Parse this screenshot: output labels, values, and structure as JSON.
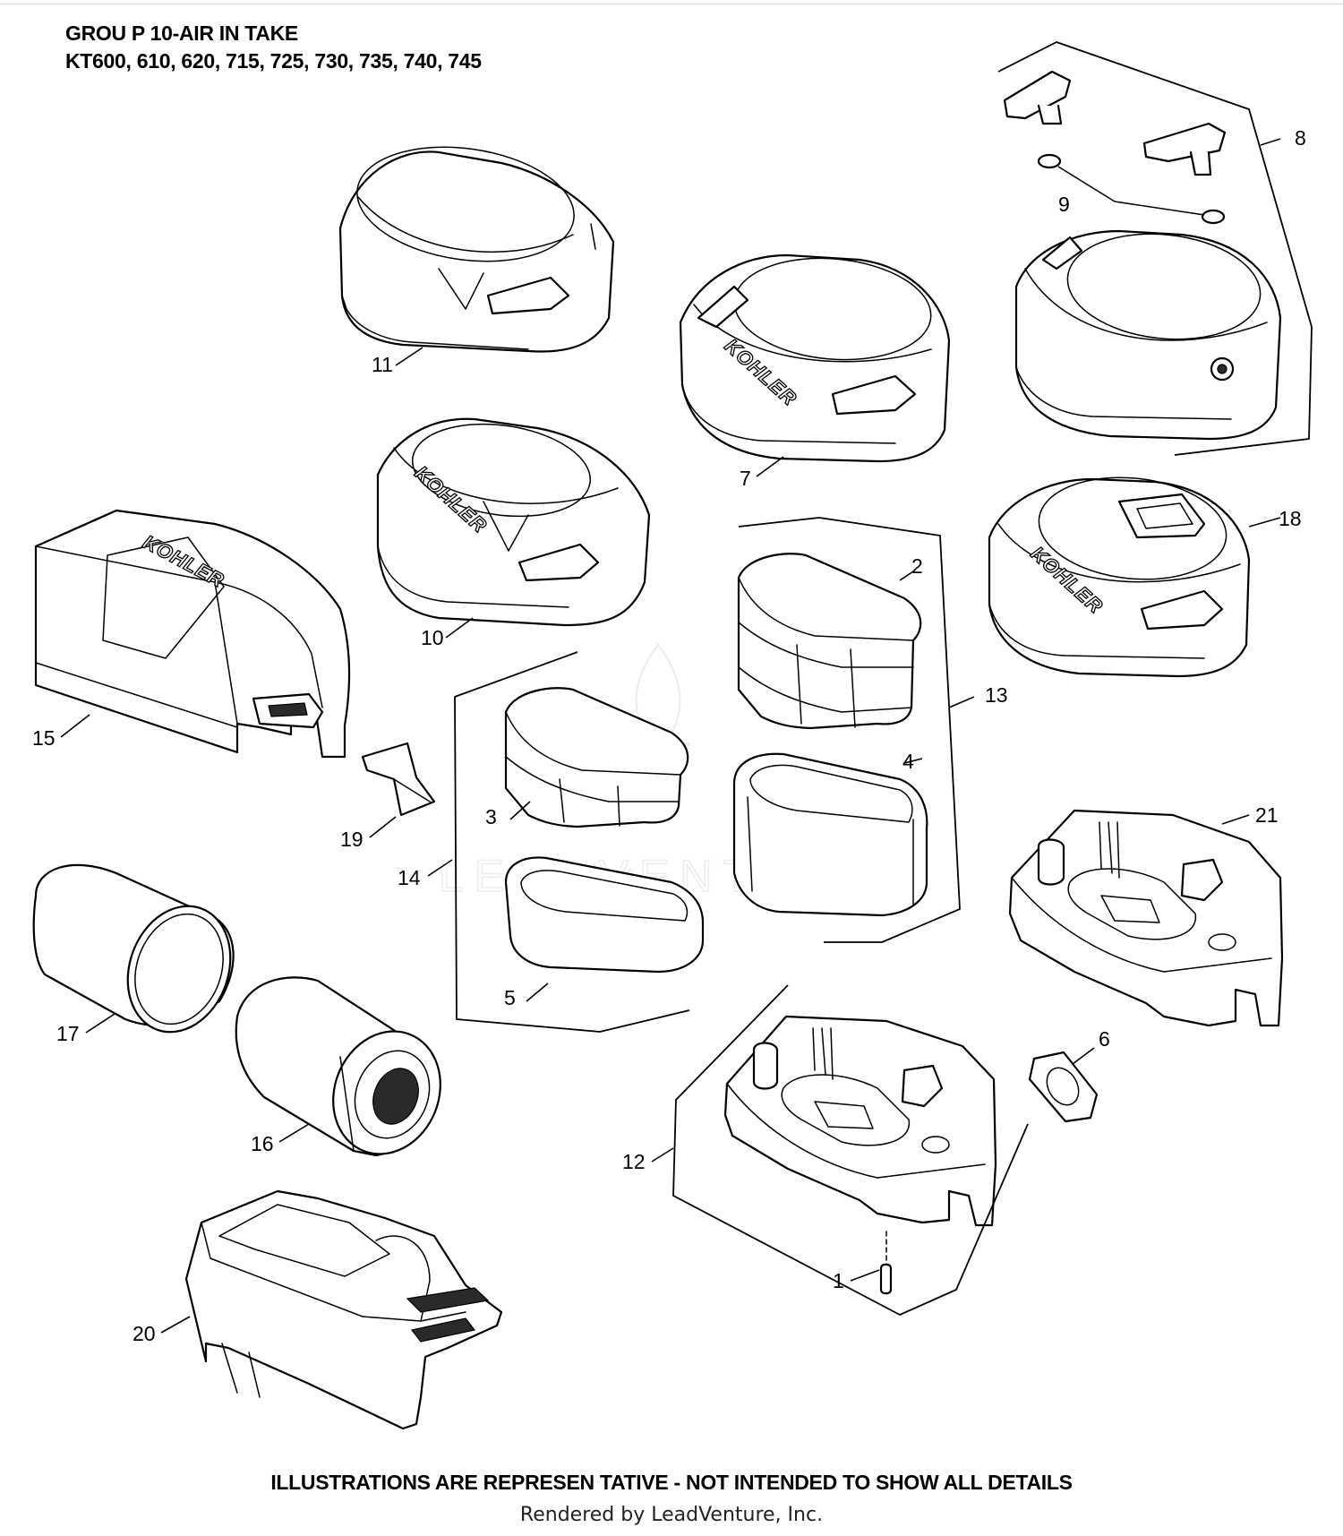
{
  "header": {
    "group_title": "GROU P 10-AIR IN TAKE",
    "models": "KT600, 610, 620, 715, 725, 730, 735, 740, 745"
  },
  "brand_logo_text": "KOHLER",
  "watermark_text": "LEADVENTURE",
  "callouts": [
    "1",
    "2",
    "3",
    "4",
    "5",
    "6",
    "7",
    "8",
    "9",
    "10",
    "11",
    "12",
    "13",
    "14",
    "15",
    "16",
    "17",
    "18",
    "19",
    "20",
    "21"
  ],
  "footer": {
    "note": "ILLUSTRATIONS  ARE REPRESEN  TATIVE - NOT INTENDED    TO SHOW ALL DETAILS",
    "credit": "Rendered by LeadVenture, Inc."
  }
}
